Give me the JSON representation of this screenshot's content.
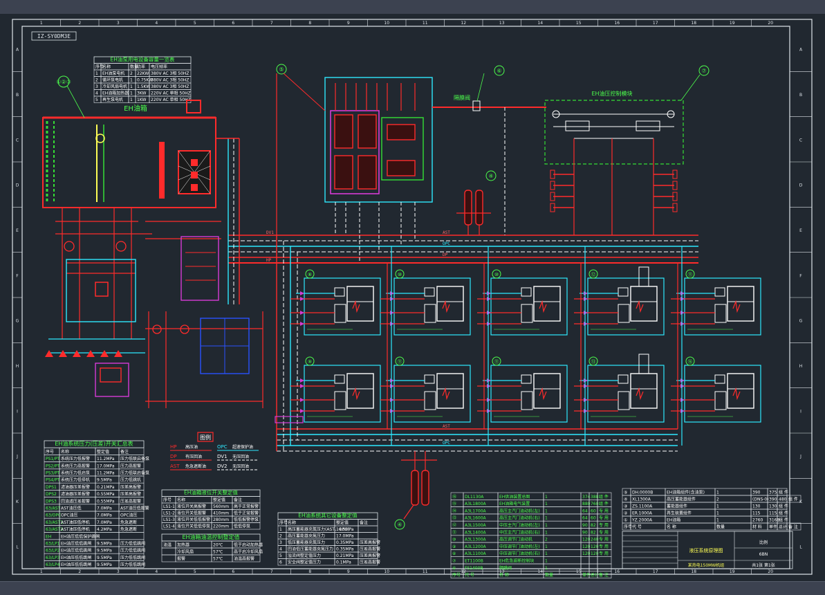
{
  "drawing": {
    "stamp": "IZ-SY0DM3E",
    "reservoir_label": "EH油箱",
    "feed_valve_label": "隔膜阀",
    "module_label": "EH油压控制模块"
  },
  "col_labels": [
    "1",
    "2",
    "3",
    "4",
    "5",
    "6",
    "7",
    "8",
    "9",
    "10",
    "11",
    "12",
    "13",
    "14",
    "15",
    "16",
    "17",
    "18",
    "19",
    "20"
  ],
  "row_labels": [
    "A",
    "B",
    "C",
    "D",
    "E",
    "F",
    "G",
    "H",
    "I",
    "J",
    "K",
    "L"
  ],
  "balloons": {
    "reservoir_ref": "①②③",
    "b5": "⑤",
    "b6": "⑥",
    "b7": "⑦",
    "b4a": "④",
    "b4b": "④",
    "actuators_top": [
      "⑧",
      "⑩",
      "⑩",
      "⑫",
      "⑪"
    ],
    "actuators_bottom": [
      "⑨",
      "⑪",
      "⑪",
      "⑬",
      "⑯"
    ]
  },
  "lines": {
    "ast": "AST",
    "opc": "OPC",
    "dp": "DP",
    "hp": "HP",
    "dv1": "DV1",
    "dv2": "DV2"
  },
  "legend": {
    "title": "图例",
    "items": [
      {
        "code": "HP",
        "desc": "高压油"
      },
      {
        "code": "OPC",
        "desc": "超速保护油"
      },
      {
        "code": "DP",
        "desc": "有压回油"
      },
      {
        "code": "DV1",
        "desc": "无压回油"
      },
      {
        "code": "AST",
        "desc": "危急遮断油"
      },
      {
        "code": "DV2",
        "desc": "无压回油"
      }
    ]
  },
  "motor_table": {
    "title": "EH油泵用电设备容量一览表",
    "headers": [
      "序号",
      "名称",
      "数量",
      "功率",
      "电压频率"
    ],
    "rows": [
      [
        "1",
        "EH油泵电机",
        "2",
        "22KW",
        "380V AC 3相 50HZ"
      ],
      [
        "2",
        "循环泵电机",
        "1",
        "0.75KW",
        "380V AC 3相 50HZ"
      ],
      [
        "3",
        "冷却风扇电机",
        "1",
        "1.5KW",
        "380V AC 3相 50HZ"
      ],
      [
        "4",
        "EH油箱加热器",
        "1",
        "3KW",
        "220V AC 单相 50HZ"
      ],
      [
        "5",
        "再生泵电机",
        "1",
        "1KW",
        "220V AC 单相 50HZ"
      ]
    ]
  },
  "pressure_table": {
    "title": "EH油系统压力(压差)开关汇总表",
    "headers": [
      "序号",
      "名称",
      "整定值",
      "备注"
    ],
    "rows": [
      [
        "PS1/PT",
        "系统压力低报警",
        "11.2MPa",
        "压力低联启备泵"
      ],
      [
        "PS2/PT",
        "系统压力高报警",
        "17.0MPa",
        "压力高报警"
      ],
      [
        "PS3/PT",
        "系统压力低启泵",
        "11.2MPa",
        "压力低联启备泵"
      ],
      [
        "PS4/PT",
        "系统压力低停机",
        "9.5MPa",
        "压力低跳机"
      ],
      [
        "DPS1",
        "滤油器压差报警",
        "0.21MPa",
        "压差高报警"
      ],
      [
        "DPS2",
        "滤油器压差报警",
        "0.55MPa",
        "压差高报警"
      ],
      [
        "DPS3",
        "回油滤压差报警",
        "0.55MPa",
        "压差高报警"
      ],
      [
        "63/AST",
        "AST油压低",
        "7.0MPa",
        "AST油压低报警"
      ],
      [
        "63/OPC",
        "OPC油压",
        "7.0MPa",
        "OPC油压"
      ],
      [
        "63/AST1",
        "AST油压低停机",
        "7.0MPa",
        "危急遮断"
      ],
      [
        "63/AST2",
        "AST油压低停机",
        "4.2MPa",
        "危急遮断"
      ],
      [
        "EH",
        "EH油压低低保护跳闸",
        "",
        ""
      ],
      [
        "63/LP1",
        "EH油压低低跳闸",
        "9.5MPa",
        "压力低低跳闸"
      ],
      [
        "63/LP2",
        "EH油压低低跳闸",
        "9.5MPa",
        "压力低低跳闸"
      ],
      [
        "63/LP3",
        "EH油压低低跳闸",
        "9.5MPa",
        "压力低低跳闸"
      ],
      [
        "63/LP4",
        "EH油压低低跳闸",
        "9.5MPa",
        "压力低低跳闸"
      ]
    ]
  },
  "level_table": {
    "title": "EH油箱液位开关整定值",
    "headers": [
      "序号",
      "名称",
      "整定值",
      "备注"
    ],
    "rows": [
      [
        "LS1-1",
        "液位开关高报警",
        "560mm",
        "高于正常报警"
      ],
      [
        "LS1-2",
        "液位开关低报警",
        "410mm",
        "低于正常报警"
      ],
      [
        "LS1-3",
        "液位开关低低报警",
        "280mm",
        "低低报警停泵"
      ],
      [
        "LS1-4",
        "液位开关低低停泵",
        "220mm",
        "低低停泵"
      ]
    ]
  },
  "temp_table": {
    "title": "EH油箱油温控制整定值",
    "rows": [
      [
        "油温",
        "加热器",
        "20℃",
        "低于启动加热器"
      ],
      [
        "",
        "冷却风扇",
        "57℃",
        "高于启冷却风扇"
      ],
      [
        "",
        "报警",
        "57℃",
        "油温高报警"
      ]
    ]
  },
  "trip_table": {
    "title": "EH油系统其它设备整定值",
    "headers": [
      "序号",
      "名称",
      "整定值",
      "备注"
    ],
    "rows": [
      [
        "1",
        "高压蓄能器充氮压力(AST、OPC)",
        "14.5MPa",
        ""
      ],
      [
        "2",
        "高压蓄能器充氮压力",
        "17.0MPa",
        ""
      ],
      [
        "3",
        "低压蓄能器充氮压力",
        "0.35MPa",
        "压差高报警"
      ],
      [
        "4",
        "回油低压蓄能器充氮压力",
        "0.35MPa",
        "压差高报警"
      ],
      [
        "5",
        "溢流阀整定值压力",
        "0.21MPa",
        "压差高报警"
      ],
      [
        "6",
        "安全阀整定值压力",
        "0.1MPa",
        "压差高报警"
      ]
    ]
  },
  "parts_table": {
    "rows": [
      [
        "⑯",
        "DL1130A",
        "EH供油装置总图",
        "1",
        "374",
        "388",
        "组 件"
      ],
      [
        "⑮",
        "A3L1800A",
        "EH油箱电气装置",
        "1",
        "880",
        "760",
        "组 件"
      ],
      [
        "⑭",
        "A3L1700A",
        "高压主汽门油动机(左)",
        "1",
        "64",
        "60",
        "专 用"
      ],
      [
        "⑬",
        "A3L1600A",
        "高压主汽门油动机(右)",
        "1",
        "64",
        "60",
        "专 用"
      ],
      [
        "⑫",
        "A3L1500A",
        "中压主汽门油动机(左)",
        "1",
        "90",
        "82",
        "专 用"
      ],
      [
        "⑪",
        "A3L1400A",
        "中压主汽门油动机(右)",
        "1",
        "90",
        "82",
        "专 用"
      ],
      [
        "⑩",
        "A3L1300A",
        "高压调节门油动机",
        "2",
        "120",
        "240",
        "专 用"
      ],
      [
        "⑨",
        "A3L1200A",
        "中压调节门油动机(左)",
        "1",
        "120",
        "120",
        "专 用"
      ],
      [
        "⑧",
        "A3L1100A",
        "中压调节门油动机(右)",
        "1",
        "120",
        "120",
        "专 用"
      ],
      [
        "⑦",
        "ET1100B",
        "EH危急遮断控制块",
        "1",
        "",
        "",
        ""
      ],
      [
        "⑥",
        "FS1400B",
        "隔膜阀",
        "1",
        "",
        "",
        ""
      ]
    ],
    "footer": [
      "序号",
      "代 号",
      "名 称",
      "数量",
      "单件",
      "总计",
      "备 注"
    ]
  },
  "parts_table2": {
    "rows": [
      [
        "⑤",
        "DH.0000B",
        "EH油箱组件(含油泵)",
        "1",
        "390",
        "375",
        "组 件"
      ],
      [
        "④",
        "XL1300A",
        "高压蓄能器组件",
        "2",
        "(DNS-0)",
        "390",
        "480",
        "组 件"
      ],
      [
        "③",
        "ZS.1100A",
        "蓄能器组件",
        "1",
        "130",
        "130",
        "组 件"
      ],
      [
        "②",
        "ER.1000A",
        "再生装置组件",
        "1",
        "115",
        "115",
        "组 件"
      ],
      [
        "①",
        "YZ.2000A",
        "EH油箱",
        "1",
        "2760",
        "3168",
        "组 件"
      ]
    ],
    "footer": [
      "序号",
      "代 号",
      "名 称",
      "数量",
      "材 料",
      "单件",
      "总计",
      "备 注"
    ]
  },
  "title_block": {
    "drawing_name": "液压系统原理图",
    "project": "某热电150MW机组",
    "sheet": "共1张 第1张",
    "scale": "比例",
    "code": "6BN"
  },
  "colors": {
    "hp": "#ff2b2b",
    "opc": "#2ee9ff",
    "ast": "#ff2b2b",
    "drain": "#ffffff",
    "frame": "#dfe5ea",
    "box_magenta": "#d63bd6",
    "box_green": "#35e035",
    "text_green": "#4cff4c",
    "text_yellow": "#ffff55",
    "blue_line": "#2a52ff"
  }
}
